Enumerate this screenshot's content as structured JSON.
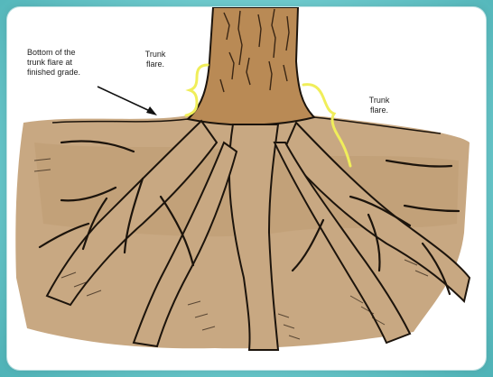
{
  "labels": {
    "bottom_flare": "Bottom of the\ntrunk flare at\nfinished grade.",
    "trunk_flare_left": "Trunk\nflare.",
    "trunk_flare_right": "Trunk\nflare."
  },
  "colors": {
    "frame": "#5fc4c7",
    "soil": "#c8a882",
    "soil_dark": "#b8946a",
    "trunk": "#b98a55",
    "ink": "#1c140c",
    "bracket": "#f0ee5a"
  },
  "icons": {
    "illustration": "tree-root-flare-illustration"
  }
}
